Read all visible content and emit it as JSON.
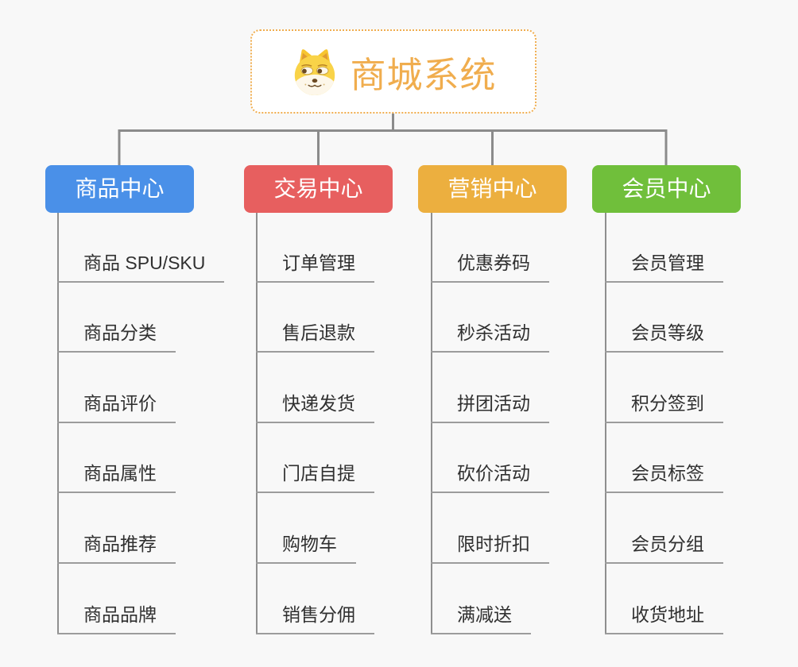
{
  "root": {
    "title": "商城系统",
    "icon": "doge-face-icon",
    "accent": "#f0ad4e"
  },
  "branches": [
    {
      "label": "商品中心",
      "color": "#4a90e8",
      "children": [
        "商品 SPU/SKU",
        "商品分类",
        "商品评价",
        "商品属性",
        "商品推荐",
        "商品品牌"
      ]
    },
    {
      "label": "交易中心",
      "color": "#e75f5f",
      "children": [
        "订单管理",
        "售后退款",
        "快递发货",
        "门店自提",
        "购物车",
        "销售分佣"
      ]
    },
    {
      "label": "营销中心",
      "color": "#ecaf3f",
      "children": [
        "优惠券码",
        "秒杀活动",
        "拼团活动",
        "砍价活动",
        "限时折扣",
        "满减送"
      ]
    },
    {
      "label": "会员中心",
      "color": "#70bf3b",
      "children": [
        "会员管理",
        "会员等级",
        "积分签到",
        "会员标签",
        "会员分组",
        "收货地址"
      ]
    }
  ],
  "colors": {
    "background": "#f8f8f8",
    "connector_gray": "#8b8b8b",
    "leaf_underline_gray": "#9c9c9c",
    "branch_text": "#ffffff",
    "leaf_text": "#303030"
  }
}
